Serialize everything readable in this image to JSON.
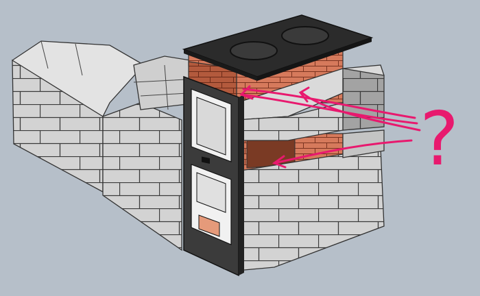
{
  "scene": {
    "background": "#b6bfc9",
    "question_mark": "?",
    "colors": {
      "block_face": "#d2d2d2",
      "block_side": "#9b9b9b",
      "block_top": "#e6e6e6",
      "brick": "#d67a5c",
      "brick_dark": "#a35035",
      "cooktop": "#2b2b2b",
      "frame": "#3b3b3b",
      "annotation": "#e8196e"
    },
    "icons": [
      "cooktop-plate",
      "burner-ring",
      "stove-door",
      "ash-door",
      "arrow"
    ]
  }
}
